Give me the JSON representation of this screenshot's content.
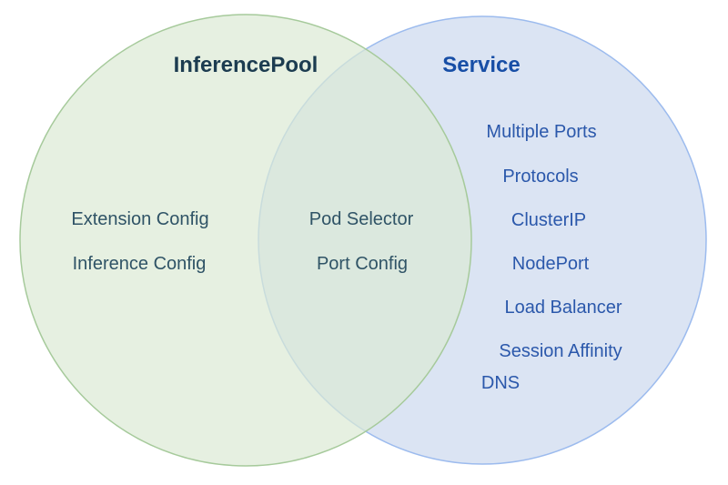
{
  "diagram": {
    "type": "venn",
    "left": {
      "title": "InferencePool",
      "items": [
        "Extension Config",
        "Inference Config"
      ]
    },
    "intersection": {
      "items": [
        "Pod Selector",
        "Port Config"
      ]
    },
    "right": {
      "title": "Service",
      "items": [
        "Multiple Ports",
        "Protocols",
        "ClusterIP",
        "NodePort",
        "Load Balancer",
        "Session Affinity",
        "DNS"
      ]
    },
    "colors": {
      "left_fill": "#dcead4",
      "left_stroke": "#a6ca9b",
      "left_title_text": "#1c3c50",
      "left_item_text": "#2f5366",
      "right_fill": "#dbe4f3",
      "right_stroke": "#9cbbee",
      "right_title_text": "#174ea6",
      "right_item_text": "#2b58ab",
      "background": "#ffffff"
    }
  }
}
